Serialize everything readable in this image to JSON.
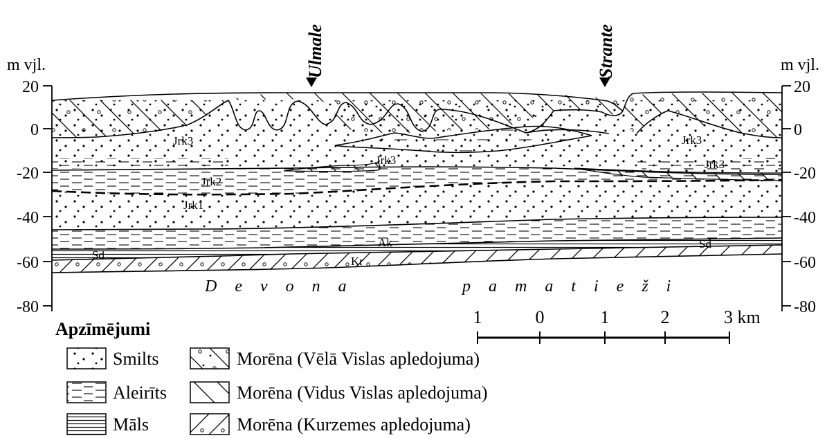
{
  "axis": {
    "unit_left": "m vjl.",
    "unit_right": "m vjl.",
    "ticks": [
      "20",
      "0",
      "-20",
      "-40",
      "-60",
      "-80"
    ]
  },
  "locations": [
    "Ulmale",
    "Strante"
  ],
  "layers": {
    "jrk3_a": "Jrk3",
    "jrk3_b": "Jrk3",
    "jrk3_c": "Jrk3",
    "jrk3_d": "Jrk3",
    "jrk2": "Jrk2",
    "jrk1": "Jrk1",
    "ak": "Ak",
    "sd_a": "Sd",
    "sd_b": "Sd",
    "kr": "Kr"
  },
  "bedrock": {
    "word1": "Devona",
    "word2": "pamatieži"
  },
  "scale": {
    "labels": [
      "1",
      "0",
      "1",
      "2",
      "3 km"
    ]
  },
  "legend": {
    "title": "Apzīmējumi",
    "items": [
      {
        "label": "Smilts",
        "pattern": "dots"
      },
      {
        "label": "Aleirīts",
        "pattern": "dashes"
      },
      {
        "label": "Māls",
        "pattern": "lines"
      },
      {
        "label": "Morēna (Vēlā Vislas apledojuma)",
        "pattern": "hatch-circles"
      },
      {
        "label": "Morēna (Vidus Vislas apledojuma)",
        "pattern": "hatch-back"
      },
      {
        "label": "Morēna (Kurzemes apledojuma)",
        "pattern": "hatch-fwd-circles"
      }
    ]
  }
}
